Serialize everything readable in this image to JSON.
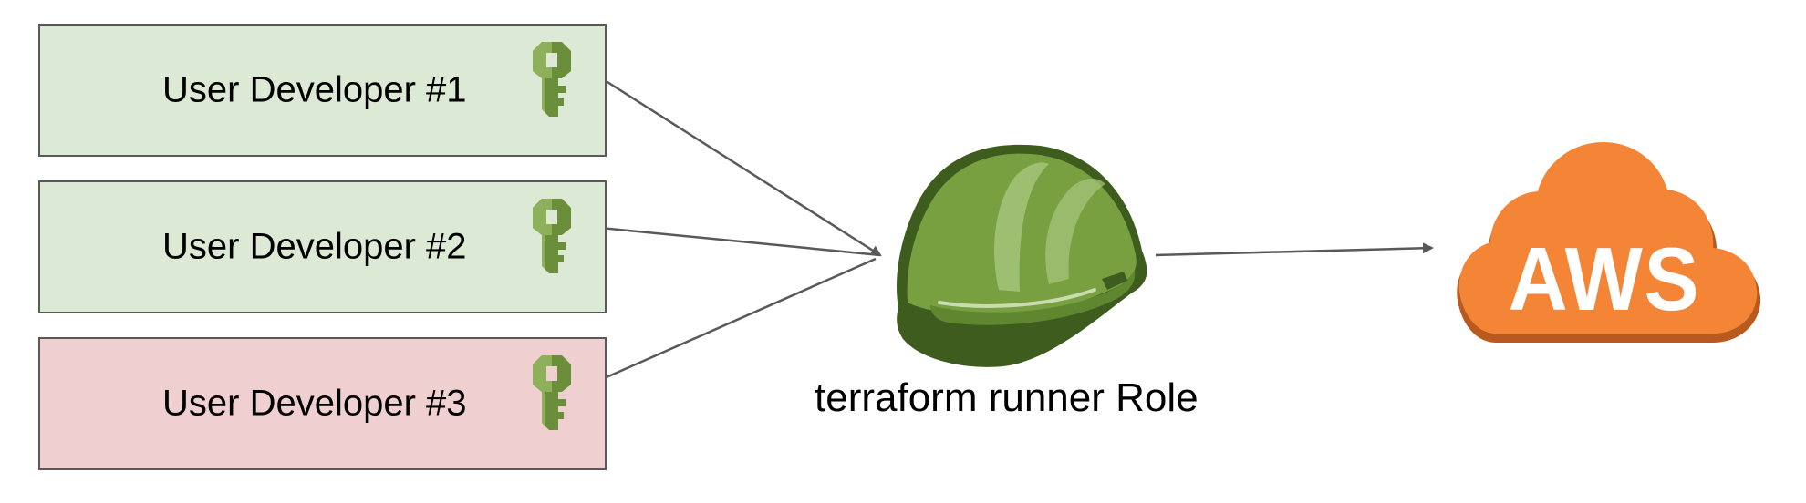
{
  "users": [
    {
      "label": "User Developer #1",
      "status": "allowed",
      "fill": "#dce9d5"
    },
    {
      "label": "User Developer #2",
      "status": "allowed",
      "fill": "#dce9d5"
    },
    {
      "label": "User Developer #3",
      "status": "denied",
      "fill": "#efcfcf"
    }
  ],
  "role": {
    "label": "terraform runner Role",
    "icon": "helmet-icon"
  },
  "cloud": {
    "label": "AWS",
    "icon": "aws-cloud-icon",
    "color": "#f58536"
  },
  "colors": {
    "key_green": "#6b8e3a",
    "helmet_green": "#78a040",
    "arrow": "#595959"
  }
}
